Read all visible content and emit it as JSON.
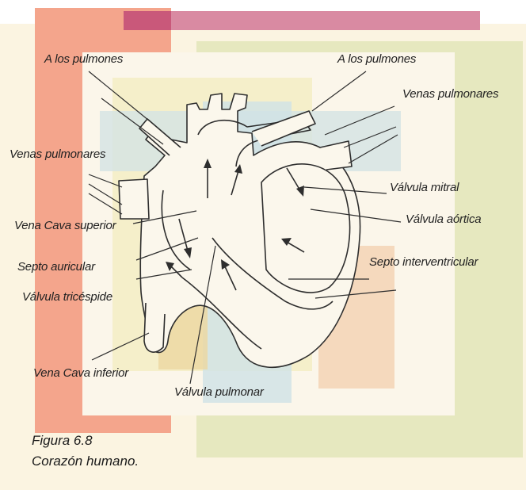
{
  "labels": {
    "lungs_left": "A los pulmones",
    "lungs_right": "A los pulmones",
    "pulm_veins_right": "Venas pulmonares",
    "pulm_veins_left": "Venas pulmonares",
    "mitral_valve": "Válvula mitral",
    "aortic_valve": "Válvula aórtica",
    "superior_vena_cava": "Vena Cava superior",
    "atrial_septum": "Septo auricular",
    "interventricular_septum": "Septo interventricular",
    "tricuspid_valve": "Válvula tricéspide",
    "inferior_vena_cava": "Vena Cava inferior",
    "pulmonary_valve": "Válvula pulmonar"
  },
  "caption": {
    "figure": "Figura 6.8",
    "title": "Corazón humano."
  },
  "colors": {
    "salmon": "#f4a58c",
    "pink_bar": "#c9587a",
    "cream": "#fbf4e1",
    "olive": "#e6e8bf",
    "blue": "#cfe2e6",
    "peach": "#f3d4b5",
    "line": "#2e2e2e"
  }
}
